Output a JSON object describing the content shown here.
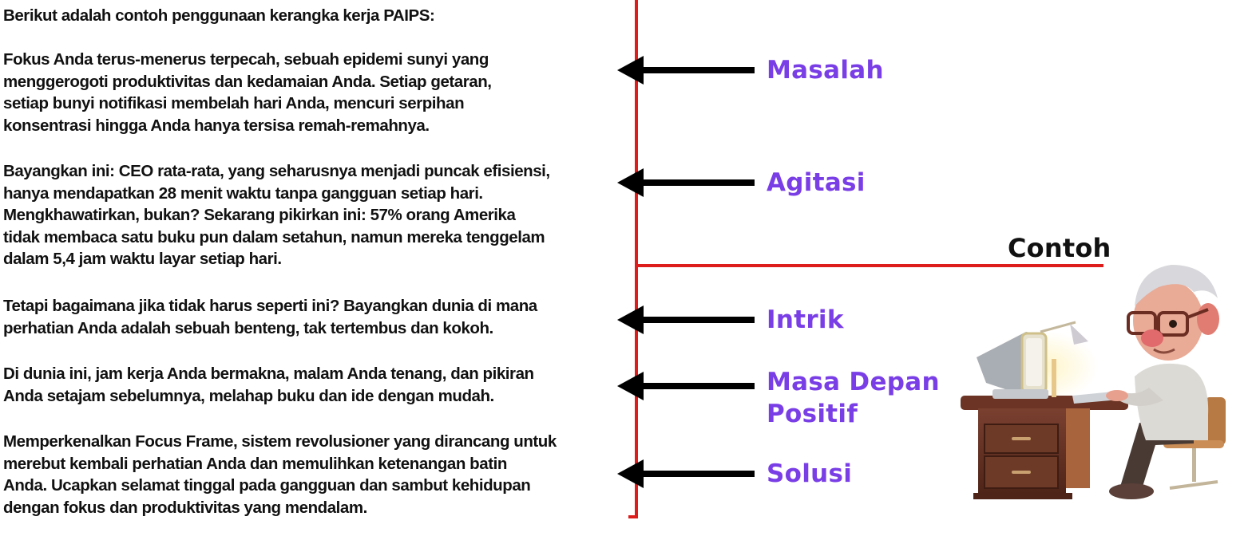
{
  "intro": "Berikut adalah contoh penggunaan kerangka kerja PAIPS:",
  "paragraphs": [
    {
      "id": "masalah",
      "text": "Fokus Anda terus-menerus terpecah, sebuah epidemi sunyi yang\nmenggerogoti produktivitas dan kedamaian Anda. Setiap getaran,\nsetiap bunyi notifikasi membelah hari Anda, mencuri serpihan\nkonsentrasi hingga Anda hanya tersisa remah-remahnya."
    },
    {
      "id": "agitasi",
      "text": "Bayangkan ini: CEO rata-rata, yang seharusnya menjadi puncak efisiensi,\nhanya mendapatkan 28 menit waktu tanpa gangguan setiap hari.\nMengkhawatirkan, bukan? Sekarang pikirkan ini: 57% orang Amerika\ntidak membaca satu buku pun dalam setahun, namun mereka tenggelam\ndalam 5,4 jam waktu layar setiap hari."
    },
    {
      "id": "intrik",
      "text": "Tetapi bagaimana jika tidak harus seperti ini? Bayangkan dunia di mana\nperhatian Anda adalah sebuah benteng, tak tertembus dan kokoh."
    },
    {
      "id": "masa-depan-positif",
      "text": "Di dunia ini, jam kerja Anda bermakna, malam Anda tenang, dan pikiran\nAnda setajam sebelumnya, melahap buku dan ide dengan mudah."
    },
    {
      "id": "solusi",
      "text": "Memperkenalkan Focus Frame, sistem revolusioner yang dirancang untuk\nmerebut kembali perhatian Anda dan memulihkan ketenangan batin\nAnda. Ucapkan selamat tinggal pada gangguan dan sambut kehidupan\ndengan fokus dan produktivitas yang mendalam."
    }
  ],
  "labels": [
    {
      "text": "Masalah"
    },
    {
      "text": "Agitasi"
    },
    {
      "text": "Intrik"
    },
    {
      "text": "Masa Depan\nPositif"
    },
    {
      "text": "Solusi"
    }
  ],
  "section_title": "Contoh",
  "illustration": "elderly-man-typing-at-computer-desk",
  "colors": {
    "accent_purple": "#7a3ee6",
    "divider_red": "#dd1c1c",
    "text": "#111111",
    "arrow": "#000000"
  }
}
